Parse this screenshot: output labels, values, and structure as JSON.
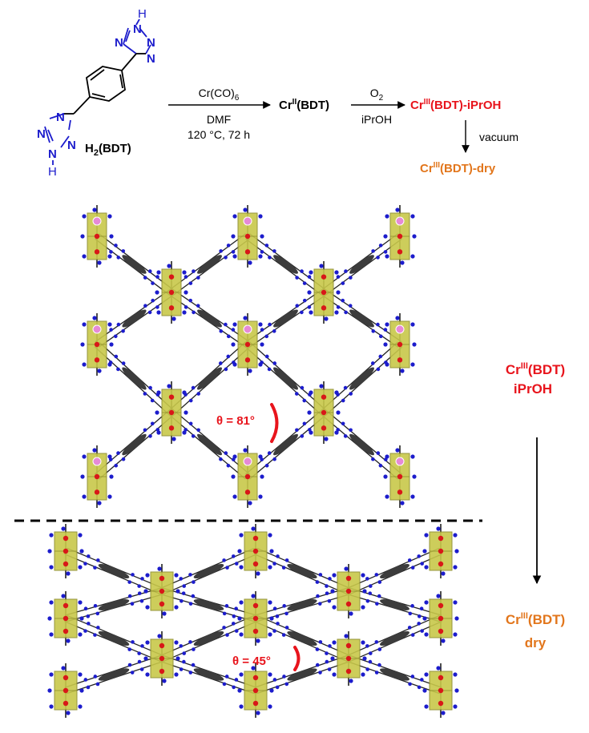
{
  "ligand": {
    "n_atoms": {
      "n1": "N",
      "n2": "N",
      "n3": "N",
      "n4": "N",
      "n5": "N",
      "n6": "N",
      "n7": "N",
      "n8": "N"
    },
    "h_top": "H",
    "h_bottom": "H",
    "name_main": "H",
    "name_sub": "2",
    "name_rest": "(BDT)"
  },
  "step1": {
    "above": "Cr(CO)",
    "above_sub": "6",
    "below1": "DMF",
    "below2": "120 °C, 72 h"
  },
  "intermediate": {
    "main": "Cr",
    "sup": "II",
    "rest": "(BDT)"
  },
  "step2": {
    "above": "O",
    "above_sub": "2",
    "below": "iPrOH"
  },
  "product_iproh": {
    "main": "Cr",
    "sup": "III",
    "rest": "(BDT)-iPrOH",
    "color": "#e8141c"
  },
  "step3": {
    "label": "vacuum"
  },
  "product_dry": {
    "main": "Cr",
    "sup": "III",
    "rest": "(BDT)-dry",
    "color": "#e2761c"
  },
  "upper_structure": {
    "angle_label": "θ = 81°",
    "side_label_main": "Cr",
    "side_label_sup": "III",
    "side_label_rest": "(BDT)",
    "side_label_line2": "iPrOH"
  },
  "lower_structure": {
    "angle_label": "θ = 45°",
    "side_label_main": "Cr",
    "side_label_sup": "III",
    "side_label_rest": "(BDT)",
    "side_label_line2": "dry"
  },
  "colors": {
    "nitrogen": "#1c1ccc",
    "chromium_polyhedron": "#c8c84a",
    "oxygen": "#d81818",
    "linker": "#3c3c3c",
    "pink_node": "#e68ad6",
    "red_text": "#e8141c",
    "orange_text": "#e2761c"
  }
}
